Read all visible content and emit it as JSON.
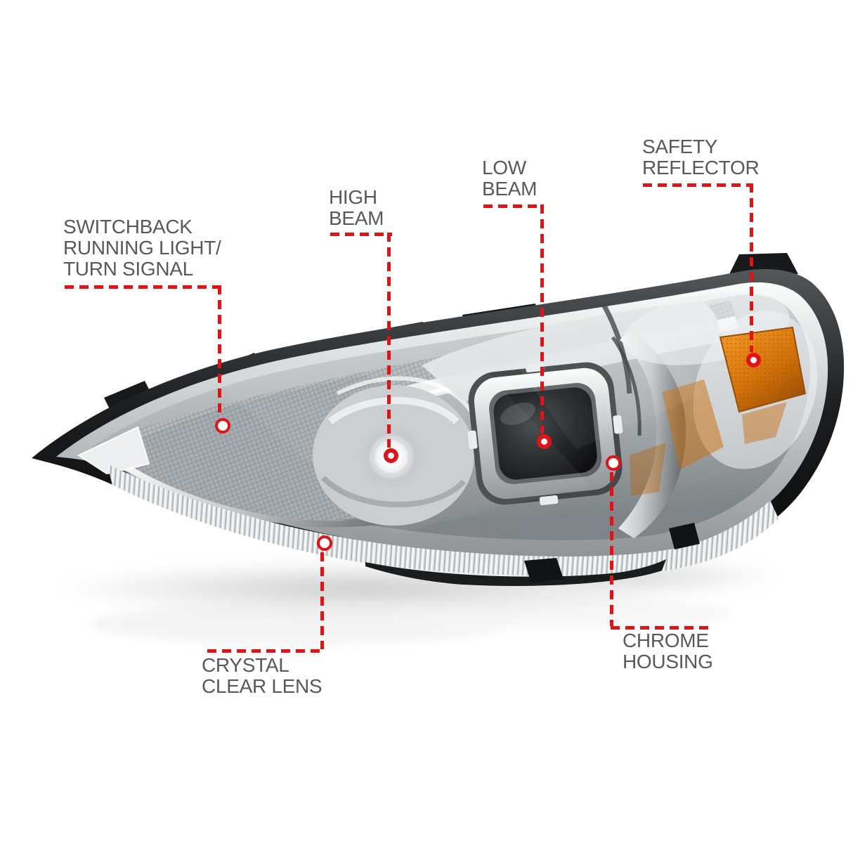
{
  "page": {
    "background": "#ffffff",
    "type": "annotated-product-diagram",
    "subject": "Chrome housing projector headlight assembly, three-quarter view"
  },
  "colors": {
    "annotation_red": "#df1417",
    "label_gray": "#58595b",
    "amber_reflector": "#d9760e",
    "chrome_light": "#d7dadb",
    "housing_black": "#141414"
  },
  "callouts": [
    {
      "id": "switchback-running-light",
      "marker": "ring",
      "lines": [
        "SWITCHBACK",
        "RUNNING LIGHT/",
        "TURN SIGNAL"
      ]
    },
    {
      "id": "high-beam",
      "marker": "dot",
      "lines": [
        "HIGH",
        "BEAM"
      ]
    },
    {
      "id": "low-beam",
      "marker": "dot",
      "lines": [
        "LOW",
        "BEAM"
      ]
    },
    {
      "id": "safety-reflector",
      "marker": "dot",
      "lines": [
        "SAFETY",
        "REFLECTOR"
      ]
    },
    {
      "id": "crystal-clear-lens",
      "marker": "ring",
      "lines": [
        "CRYSTAL",
        "CLEAR LENS"
      ]
    },
    {
      "id": "chrome-housing",
      "marker": "ring",
      "lines": [
        "CHROME",
        "HOUSING"
      ]
    }
  ]
}
